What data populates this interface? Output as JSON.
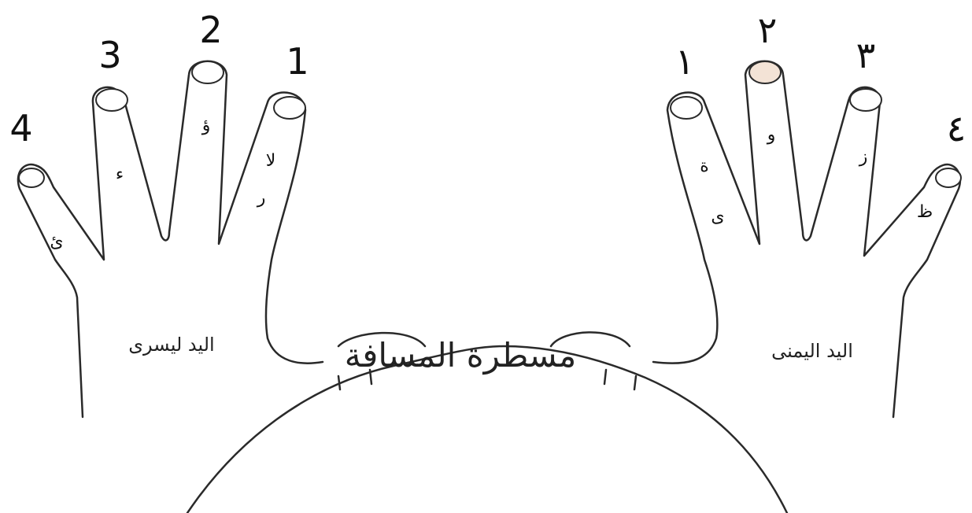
{
  "left_hand": {
    "label": "اليد ليسرى",
    "finger_numbers": [
      "1",
      "2",
      "3",
      "4"
    ],
    "keys": {
      "finger1": [
        "لا",
        "ر"
      ],
      "finger2": [
        "ؤ"
      ],
      "finger3": [
        "ء"
      ],
      "finger4": [
        "ئ"
      ]
    }
  },
  "right_hand": {
    "label": "اليد اليمنى",
    "finger_numbers": [
      "١",
      "٢",
      "٣",
      "٤"
    ],
    "keys": {
      "finger1": [
        "ة",
        "ى"
      ],
      "finger2": [
        "و"
      ],
      "finger3": [
        "ز"
      ],
      "finger4": [
        "ظ"
      ]
    }
  },
  "spacebar_label": "مسطرة المسافة"
}
